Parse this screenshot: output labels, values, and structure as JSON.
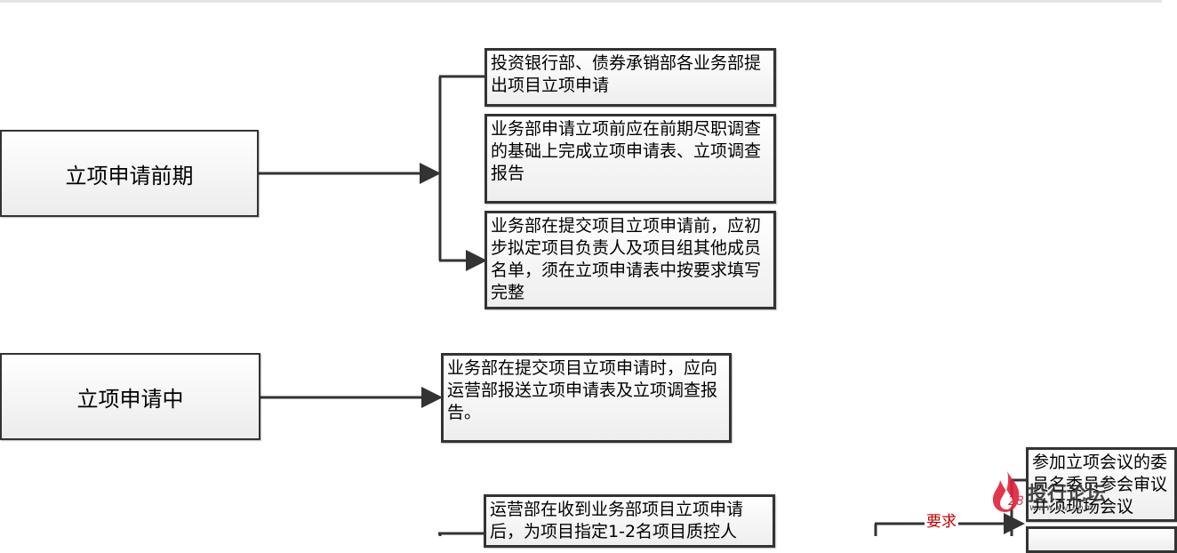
{
  "stages": [
    {
      "label": "立项申请前期"
    },
    {
      "label": "立项申请中"
    }
  ],
  "notes": [
    "投资银行部、债券承销部各业务部提出项目立项申请",
    "业务部申请立项前应在前期尽职调查的基础上完成立项申请表、立项调查报告",
    " 业务部在提交项目立项申请前，应初步拟定项目负责人及项目组其他成员名单，须在立项申请表中按要求填写完整",
    "业务部在提交项目立项申请时，应向运营部报送立项申请表及立项调查报告。",
    "运营部在收到业务部项目立项申请后，为项目指定1-2名项目质控人",
    "参加立项会议的委员名委员参会审议并须现场会议"
  ],
  "connector_labels": {
    "requirement": "要求"
  },
  "watermark": {
    "brand": "投行论坛",
    "url": "www.vv.com",
    "logo_icon": "flame-icon"
  },
  "colors": {
    "border": "#333333",
    "arrow": "#333333",
    "requirement_label": "#c00000"
  }
}
